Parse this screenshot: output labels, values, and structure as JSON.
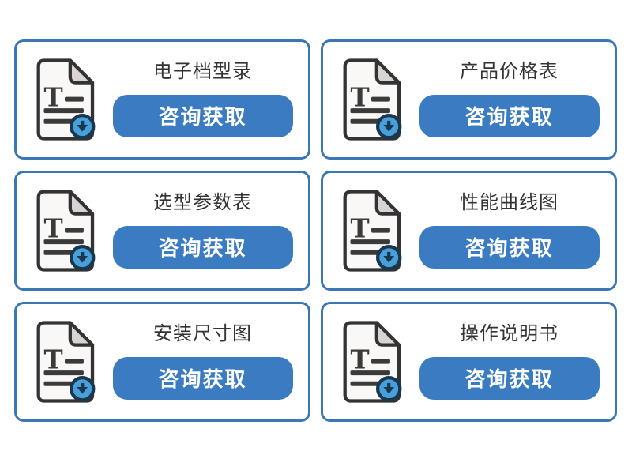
{
  "page": {
    "background": "#ffffff"
  },
  "theme": {
    "card_border_color": "#3a77b4",
    "button_color": "#3a7bc2",
    "button_text_color": "#ffffff",
    "title_color": "#333333",
    "icon_page_fill": "#f9f8f6",
    "icon_outline": "#333333",
    "icon_fold_fill": "#d9d4d2",
    "badge_fill": "#47a0d9",
    "badge_outline": "#1a3750"
  },
  "icons": {
    "card_icon": "document-download-icon"
  },
  "cards": [
    {
      "title": "电子档型录",
      "button_label": "咨询获取"
    },
    {
      "title": "产品价格表",
      "button_label": "咨询获取"
    },
    {
      "title": "选型参数表",
      "button_label": "咨询获取"
    },
    {
      "title": "性能曲线图",
      "button_label": "咨询获取"
    },
    {
      "title": "安装尺寸图",
      "button_label": "咨询获取"
    },
    {
      "title": "操作说明书",
      "button_label": "咨询获取"
    }
  ]
}
